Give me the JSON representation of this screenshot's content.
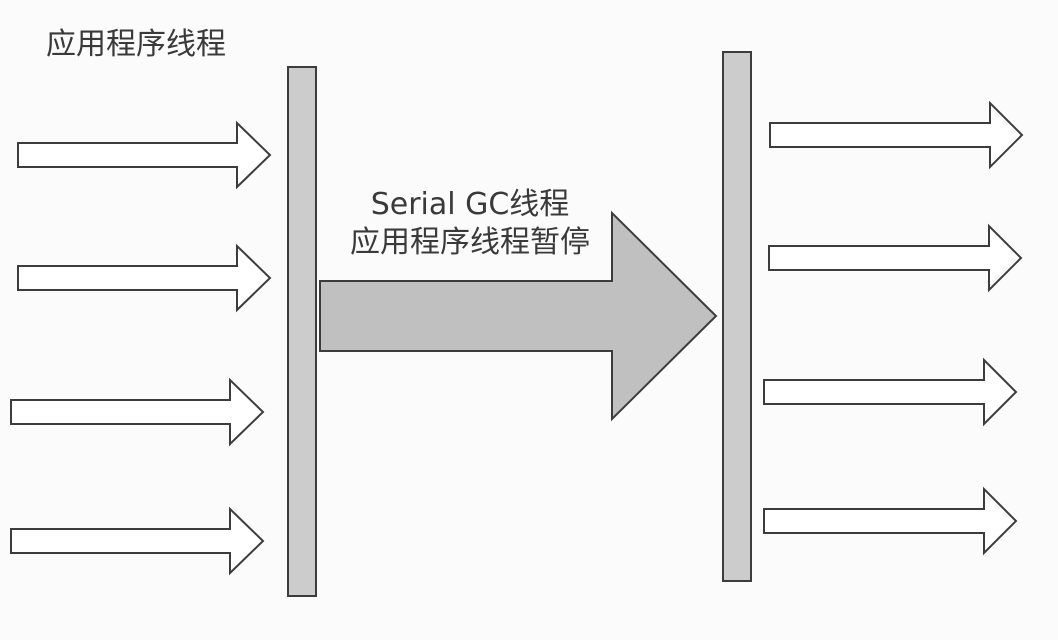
{
  "labels": {
    "app_threads": "应用程序线程",
    "gc_thread": "Serial GC线程",
    "app_threads_paused": "应用程序线程暂停"
  },
  "colors": {
    "background": "#fbfbfb",
    "barrier_fill": "#cccccc",
    "gc_arrow_fill": "#c0c0c0",
    "thread_arrow_fill": "#ffffff",
    "stroke": "#3c3c3c",
    "text": "#3a3a3a"
  }
}
